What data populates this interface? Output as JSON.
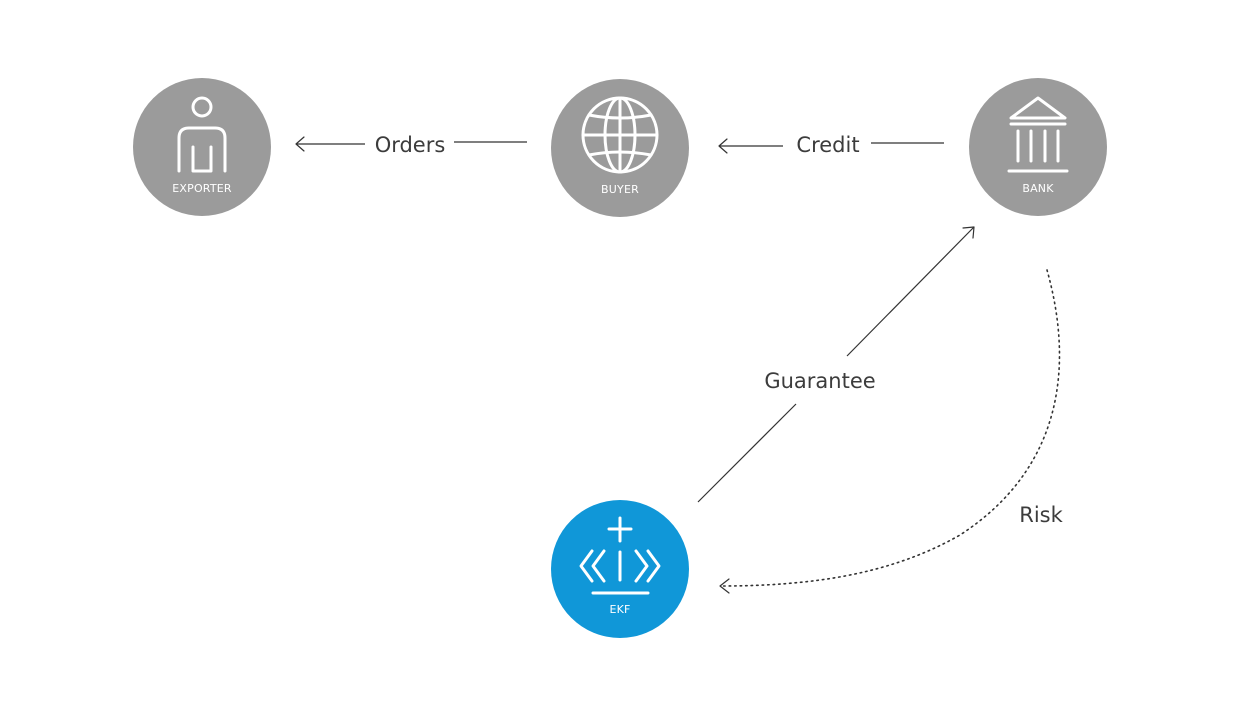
{
  "colors": {
    "node_gray": "#9b9b9b",
    "node_blue": "#1097d8",
    "icon": "#ffffff",
    "line": "#333333",
    "text": "#3c3c3c"
  },
  "nodes": {
    "exporter": {
      "label": "EXPORTER",
      "icon": "person-icon"
    },
    "buyer": {
      "label": "BUYER",
      "icon": "globe-icon"
    },
    "bank": {
      "label": "BANK",
      "icon": "bank-icon"
    },
    "ekf": {
      "label": "EKF",
      "icon": "crown-icon"
    }
  },
  "edges": {
    "orders": {
      "label": "Orders",
      "from": "buyer",
      "to": "exporter",
      "style": "solid"
    },
    "credit": {
      "label": "Credit",
      "from": "bank",
      "to": "buyer",
      "style": "solid"
    },
    "guarantee": {
      "label": "Guarantee",
      "from": "ekf",
      "to": "bank",
      "style": "solid"
    },
    "risk": {
      "label": "Risk",
      "from": "bank",
      "to": "ekf",
      "style": "dotted"
    }
  }
}
